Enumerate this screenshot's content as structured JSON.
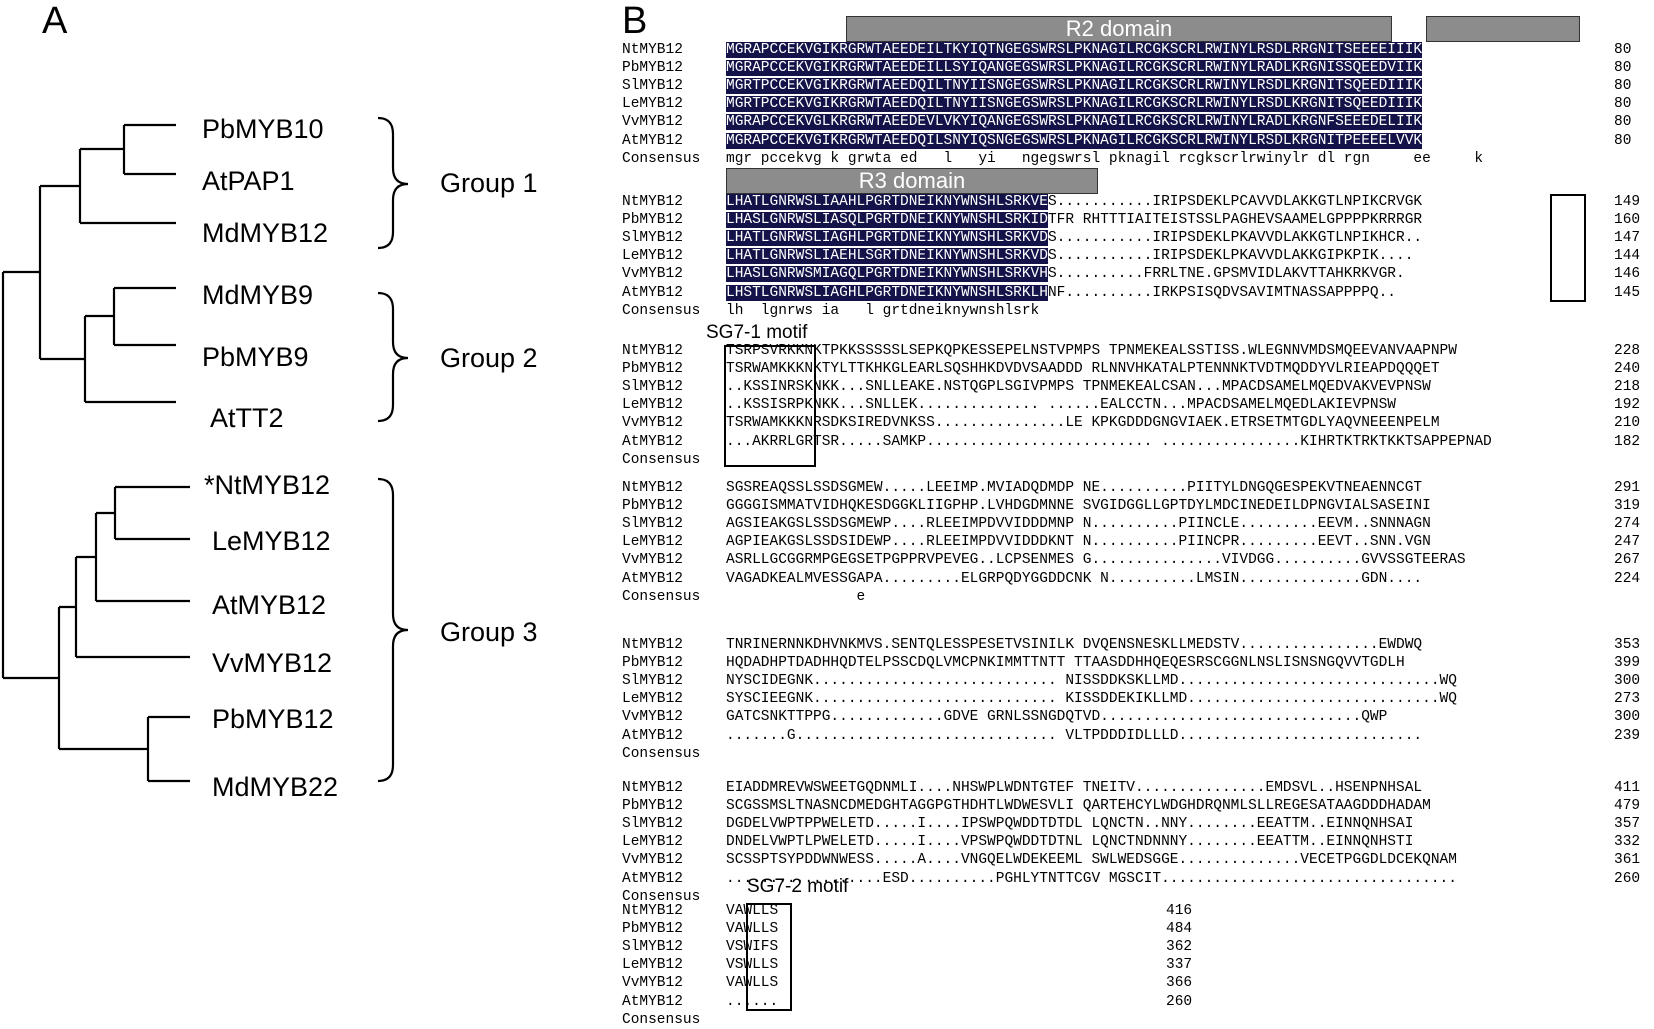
{
  "panel_a": {
    "letter": "A",
    "leaves": [
      "PbMYB10",
      "AtPAP1",
      "MdMYB12",
      "MdMYB9",
      "PbMYB9",
      "AtTT2",
      "*NtMYB12",
      "LeMYB12",
      "AtMYB12",
      "VvMYB12",
      "PbMYB12",
      "MdMYB22"
    ],
    "groups": [
      "Group 1",
      "Group 2",
      "Group 3"
    ]
  },
  "panel_b": {
    "letter": "B",
    "domains": {
      "r2": "R2 domain",
      "r3": "R3 domain"
    },
    "motifs": {
      "sg71": "SG7-1 motif",
      "sg72": "SG7-2 motif"
    },
    "labels": [
      "NtMYB12",
      "PbMYB12",
      "SlMYB12",
      "LeMYB12",
      "VvMYB12",
      "AtMYB12",
      "Consensus"
    ],
    "blocks": [
      {
        "seqs": [
          "MGRAPCCEKVGIKRGRWTAEEDEILTKYIQTNGEGSWRSLPKNAGILRCGKSCRLRWINYLRSDLRRGNITSEEEEIIIK",
          "MGRAPCCEKVGIKRGRWTAEEDEILLSYIQANGEGSWRSLPKNAGILRCGKSCRLRWINYLRADLKRGNISSQEEDVIIK",
          "MGRTPCCEKVGIKRGRWTAEEDQILTNYIISNGEGSWRSLPKNAGILRCGKSCRLRWINYLRSDLKRGNITSQEEDIIIK",
          "MGRTPCCEKVGIKRGRWTAEEDQILTNYIISNGEGSWRSLPKNAGILRCGKSCRLRWINYLRSDLKRGNITSQEEDIIIK",
          "MGRAPCCEKVGLKRGRWTAEEDEVLVKYIQANGEGSWRSLPKNAGILRCGKSCRLRWINYLRADLKRGNFSEEEDELIIK",
          "MGRAPCCEKVGIKRGRWTAEEDQILSNYIQSNGEGSWRSLPKNAGILRCGKSCRLRWINYLRSDLKRGNITPEEEELVVK"
        ],
        "consensus": "mgr pccekvg k grwta ed   l   yi   ngegswrsl pknagil rcgkscrlrwinylr dl rgn     ee     k",
        "ends": [
          "80",
          "80",
          "80",
          "80",
          "80",
          "80"
        ]
      },
      {
        "seqs": [
          "LHATLGNRWSLIAAHLPGRTDNEIKNYWNSHLSRKVES...........IRIPSDEKLPCAVVDLAKKGTLNPIKCRVGK",
          "LHASLGNRWSLIASQLPGRTDNEIKNYWNSHLSRKIDTFR RHTTTIAITEISTSSLPAGHEVSAAMELGPPPPKRRRGR",
          "LHATLGNRWSLIAGHLPGRTDNEIKNYWNSHLSRKVDS...........IRIPSDEKLPKAVVDLAKKGTLNPIKHCR..",
          "LHATLGNRWSLIAEHLSGRTDNEIKNYWNSHLSRKVDS...........IRIPSDEKLPKAVVDLAKKGIPKPIK....",
          "LHASLGNRWSMIAGQLPGRTDNEIKNYWNSHLSRKVHS..........FRRLTNE.GPSMVIDLAKVTTAHKRKVGR.",
          "LHSTLGNRWSLIAGHLPGRTDNEIKNYWNSHLSRKLHNF..........IRKPSISQDVSAVIMTNASSAPPPPQ.."
        ],
        "consensus": "lh  lgnrws ia   l grtdneiknywnshlsrk",
        "ends": [
          "149",
          "160",
          "147",
          "144",
          "146",
          "145"
        ]
      },
      {
        "seqs": [
          "TSRPSVRKKNKTPKKSSSSSLSEPKQPKESSEPELNSTVPMPS TPNMEKEALSSTISS.WLEGNNVMDSMQEEVANVAAPNPW",
          "TSRWAMKKKNKTYLTTKHKGLEARLSQSHHKDVDVSAADDD RLNNVHKATALPTENNNKTVDTMQDDYVLRIEAPDQQQET",
          "..KSSINRSKNKK...SNLLEAKE.NSTQGPLSGIVPMPS TPNMEKEALCSAN...MPACDSAMELMQEDVAKVEVPNSW",
          "..KSSISRPKNKK...SNLLEK.............. ......EALCCTN...MPACDSAMELMQEDLAKIEVPNSW",
          "TSRWAMKKKNRSDKSIREDVNKSS...............LE KPKGDDDGNGVIAEK.ETRSETMTGDLYAQVNEEENPELM",
          "...AKRRLGRTSR.....SAMKP.......................... ................KIHRTKTRKTKKTSAPPEPNAD"
        ],
        "consensus": "",
        "ends": [
          "228",
          "240",
          "218",
          "192",
          "210",
          "182"
        ]
      },
      {
        "seqs": [
          "SGSREAQSSLSSDSGMEW.....LEEIMP.MVIADQDMDP NE..........PIITYLDNGQGESPEKVTNEAENNCGT",
          "GGGGISMMATVIDHQKESDGGKLIIGPHP.LVHDGDMNNE SVGIDGGLLGPTDYLMDCINEDEILDPNGVIALSASEINI",
          "AGSIEAKGSLSSDSGMEWP....RLEEIMPDVVIDDDMNP N..........PIINCLE.........EEVM..SNNNAGN",
          "AGPIEAKGSLSSDSIDEWP....RLEEIMPDVVIDDDKNT N..........PIINCPR.........EEVT..SNN.VGN",
          "ASRLLGCGGRMPGEGSETPGPPRVPEVEG..LCPSENMES G...............VIVDGG..........GVVSSGTEERAS",
          "VAGADKEALMVESSGAPA.........ELGRPQDYGGDDCNK N..........LMSIN..............GDN...."
        ],
        "consensus": "               e",
        "ends": [
          "291",
          "319",
          "274",
          "247",
          "267",
          "224"
        ]
      },
      {
        "seqs": [
          "TNRINERNNKDHVNKMVS.SENTQLESSPESETVSINILK DVQENSNESKLLMEDSTV................EWDWQ",
          "HQDADHPTDADHHQDTELPSSCDQLVMCPNKIMMTTNTT TTAASDDHHQEQESRSCGGNLNSLISNSNGQVVTGDLH",
          "NYSCIDEGNK............................ NISSDDKSKLLMD..............................WQ",
          "SYSCIEEGNK............................ KISSDDEKIKLLMD.............................WQ",
          "GATCSNKTTPPG.............GDVE GRNLSSNGDQTVD..............................QWP",
          ".......G.............................. VLTPDDDIDLLLD............................"
        ],
        "consensus": "",
        "ends": [
          "353",
          "399",
          "300",
          "273",
          "300",
          "239"
        ]
      },
      {
        "seqs": [
          "EIADDMREVWSWEETGQDNMLI....NHSWPLWDNTGTEF TNEITV...............EMDSVL..HSENPNHSAL",
          "SCGSSMSLTNASNCDMEDGHTAGGPGTHDHTLWDWESVLI QARTEHCYLWDGHDRQNMLSLLREGESATAAGDDDHADAM",
          "DGDELVWPTPPWELETD.....I....IPSWPQWDDTDTDL LQNCTN..NNY........EEATTM..EINNQNHSAI",
          "DNDELVWPTLPWELETD.....I....VPSWPQWDDTDTNL LQNCTNDNNNY........EEATTM..EINNQNHSTI",
          "SCSSPTSYPDDWNWESS.....A....VNGQELWDEKEEML SWLWEDSGGE..............VECETPGGDLDCEKQNAM",
          "..................ESD..........PGHLYTNTTCGV MGSCIT.................................."
        ],
        "consensus": "",
        "ends": [
          "411",
          "479",
          "357",
          "332",
          "361",
          "260"
        ]
      },
      {
        "seqs": [
          "VAWLLS",
          "VAWLLS",
          "VSWIFS",
          "VSWLLS",
          "VAWLLS",
          "......"
        ],
        "consensus": "",
        "ends": [
          "416",
          "484",
          "362",
          "337",
          "366",
          "260"
        ]
      }
    ]
  }
}
